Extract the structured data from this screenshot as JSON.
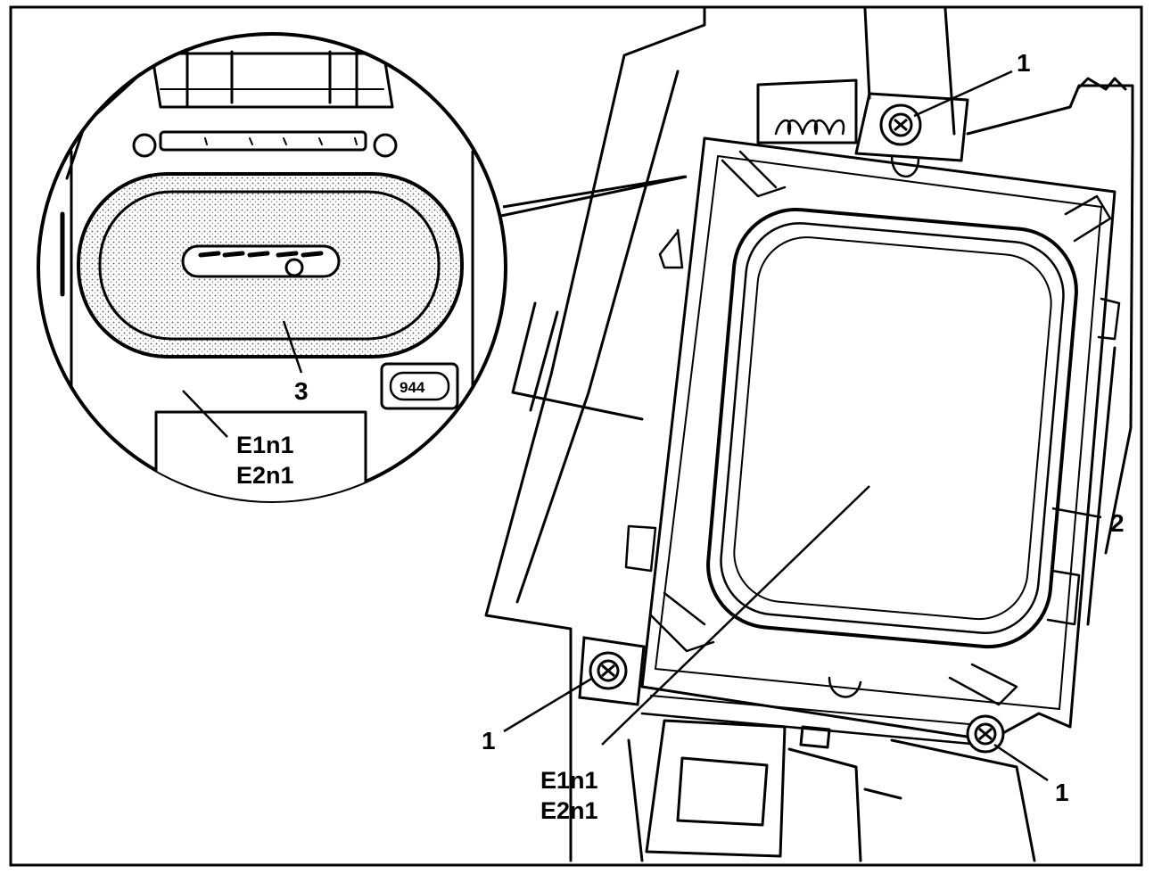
{
  "figure": {
    "callouts": {
      "screw_top": "1",
      "screw_left": "1",
      "screw_bottom": "1",
      "holder": "2",
      "connector": "3",
      "module_line1": "E1n1",
      "module_line2": "E2n1",
      "inset_module_line1": "E1n1",
      "inset_module_line2": "E2n1"
    },
    "part_number": "944"
  },
  "colors": {
    "ink": "#000000",
    "paper": "#ffffff",
    "stipple": "#777777"
  }
}
